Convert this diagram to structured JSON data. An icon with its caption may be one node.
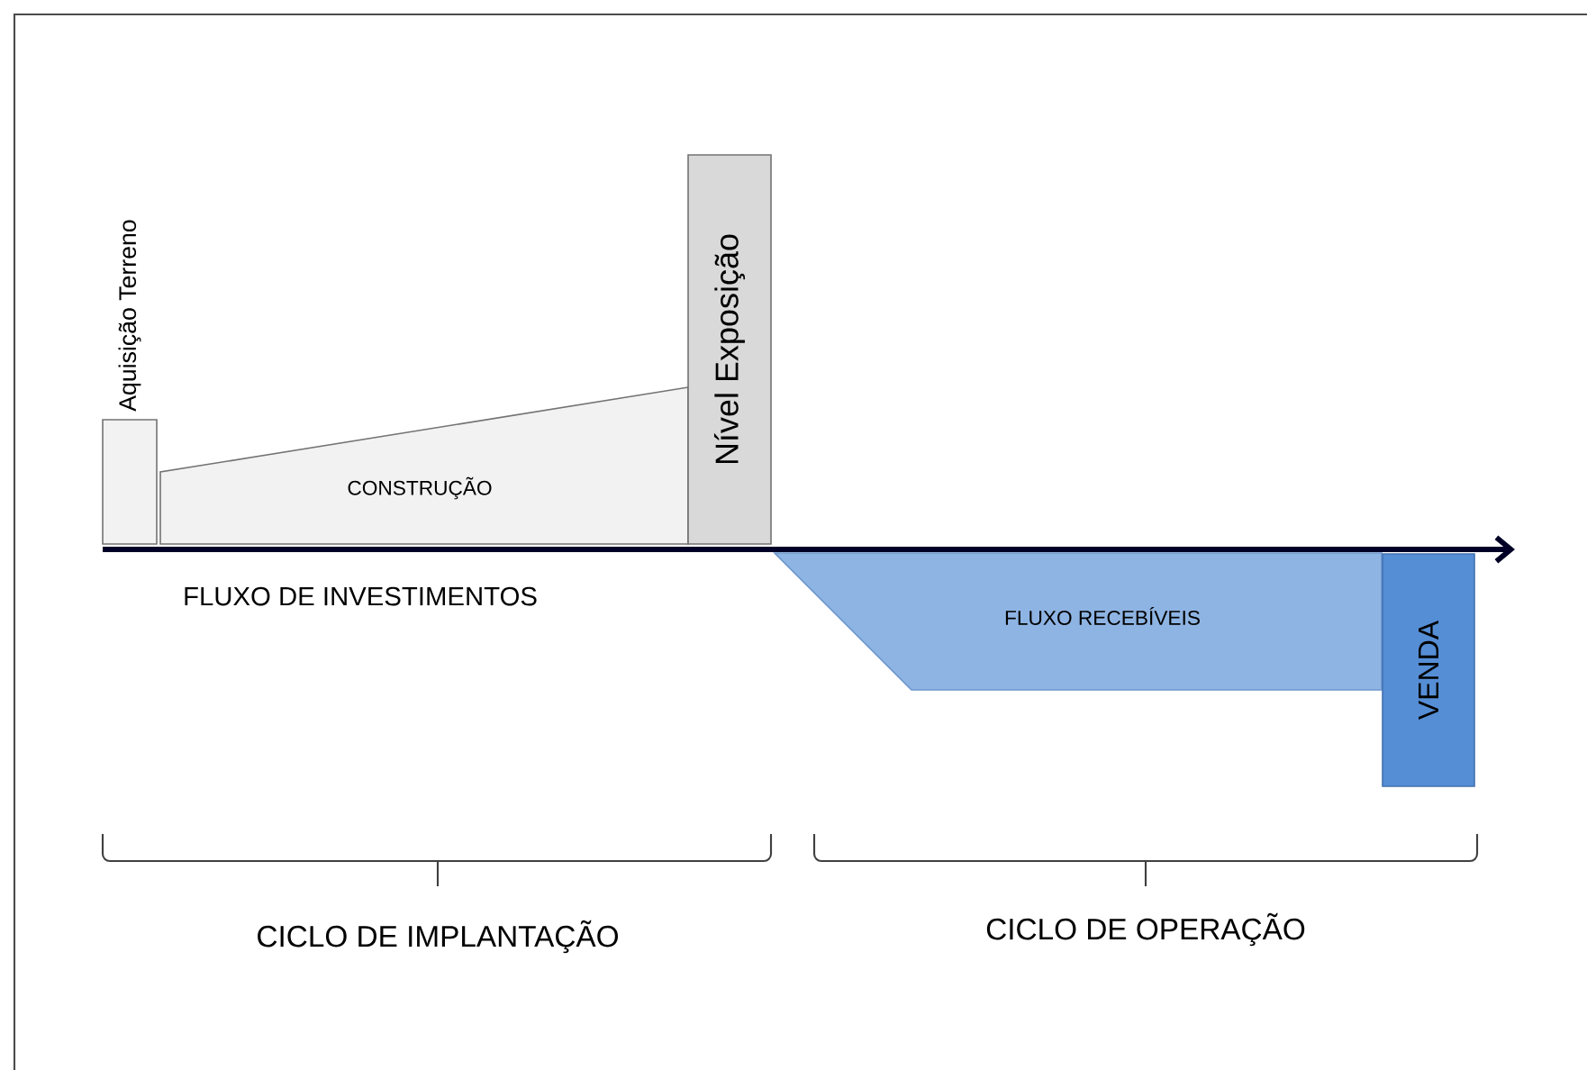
{
  "diagram": {
    "nodes": [
      {
        "text": [
          "Aquisição Terreno"
        ]
      },
      {
        "text": [
          "CONSTRUÇÃO"
        ]
      },
      {
        "text": [
          "Nível Exposição"
        ]
      },
      {
        "text": [
          "FLUXO RECEBÍVEIS"
        ]
      },
      {
        "text": [
          "VENDA"
        ]
      }
    ],
    "labels": [
      "FLUXO DE INVESTIMENTOS",
      "CICLO DE IMPLANTAÇÃO",
      "CICLO DE OPERAÇÃO"
    ]
  }
}
